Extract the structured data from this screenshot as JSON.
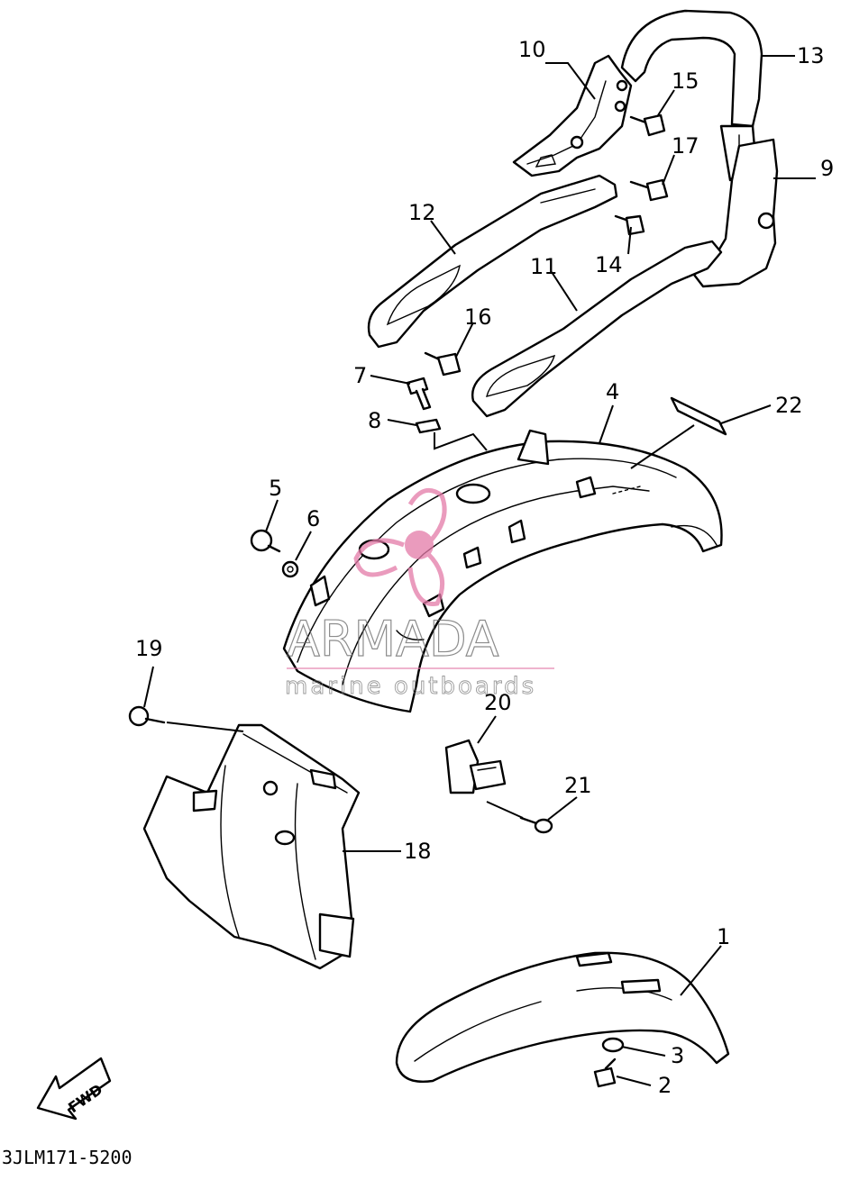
{
  "diagram": {
    "drawing_code": "3JLM171-5200",
    "fwd_label": "FWD",
    "watermark": {
      "brand": "ARMADA",
      "tagline": "marine outboards",
      "logo_color": "#e47aa8"
    },
    "callouts": [
      "1",
      "2",
      "3",
      "4",
      "5",
      "6",
      "7",
      "8",
      "9",
      "10",
      "11",
      "12",
      "13",
      "14",
      "15",
      "16",
      "17",
      "18",
      "19",
      "20",
      "21",
      "22"
    ]
  }
}
